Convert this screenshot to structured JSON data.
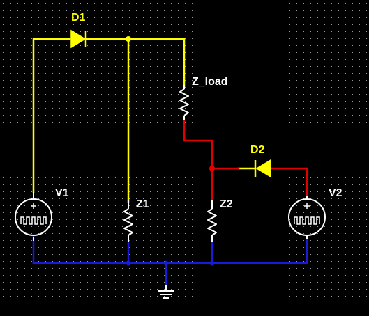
{
  "colors": {
    "background": "#000000",
    "grid_dots": "#9a9a9a",
    "wire_yellow": "#ffff00",
    "wire_red": "#e00000",
    "wire_blue": "#1a1ad8",
    "component": "#ffffff",
    "diode_active": "#ffff00",
    "node_dot_yellow": "#ffff00",
    "node_dot_red": "#e00000",
    "node_dot_blue": "#1a1ad8",
    "label_white": "#ffffff",
    "label_yellow": "#ffff00"
  },
  "components": {
    "d1": {
      "label": "D1",
      "type": "diode",
      "icon": "diode-icon"
    },
    "d2": {
      "label": "D2",
      "type": "diode",
      "icon": "diode-icon"
    },
    "v1": {
      "label": "V1",
      "type": "ac-voltage-source",
      "icon": "ac-source-icon"
    },
    "v2": {
      "label": "V2",
      "type": "ac-voltage-source",
      "icon": "ac-source-icon"
    },
    "z1": {
      "label": "Z1",
      "type": "resistor",
      "icon": "resistor-icon"
    },
    "z2": {
      "label": "Z2",
      "type": "resistor",
      "icon": "resistor-icon"
    },
    "z_load": {
      "label": "Z_load",
      "type": "resistor",
      "icon": "resistor-icon"
    },
    "ground": {
      "label": "",
      "type": "ground",
      "icon": "ground-icon"
    }
  }
}
